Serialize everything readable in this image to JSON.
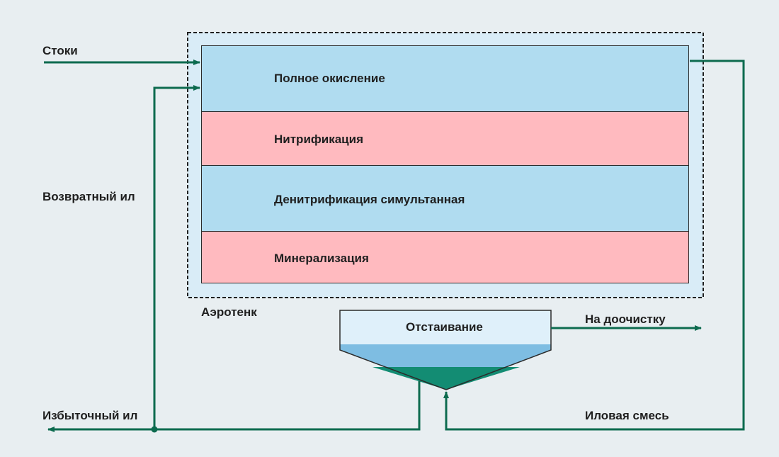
{
  "inputs": {
    "stoki": "Стоки",
    "return_sludge": "Возвратный ил",
    "excess_sludge": "Избыточный ил"
  },
  "tank": {
    "label": "Аэротенк",
    "stages": [
      {
        "label": "Полное окисление",
        "color": "#b0dcf0"
      },
      {
        "label": "Нитрификация",
        "color": "#ffbabf"
      },
      {
        "label": "Денитрификация симультанная",
        "color": "#b0dcf0"
      },
      {
        "label": "Минерализация",
        "color": "#ffbabf"
      }
    ]
  },
  "settler": {
    "label": "Отстаивание"
  },
  "outputs": {
    "post_treatment": "На доочистку",
    "mixed_liquor": "Иловая смесь"
  },
  "colors": {
    "flow_line": "#0d6b4f",
    "outer_tank": "#d9ecf7",
    "settler_top": "#dff0fa",
    "settler_water": "#7ebde2",
    "settler_sludge": "#138c73"
  }
}
